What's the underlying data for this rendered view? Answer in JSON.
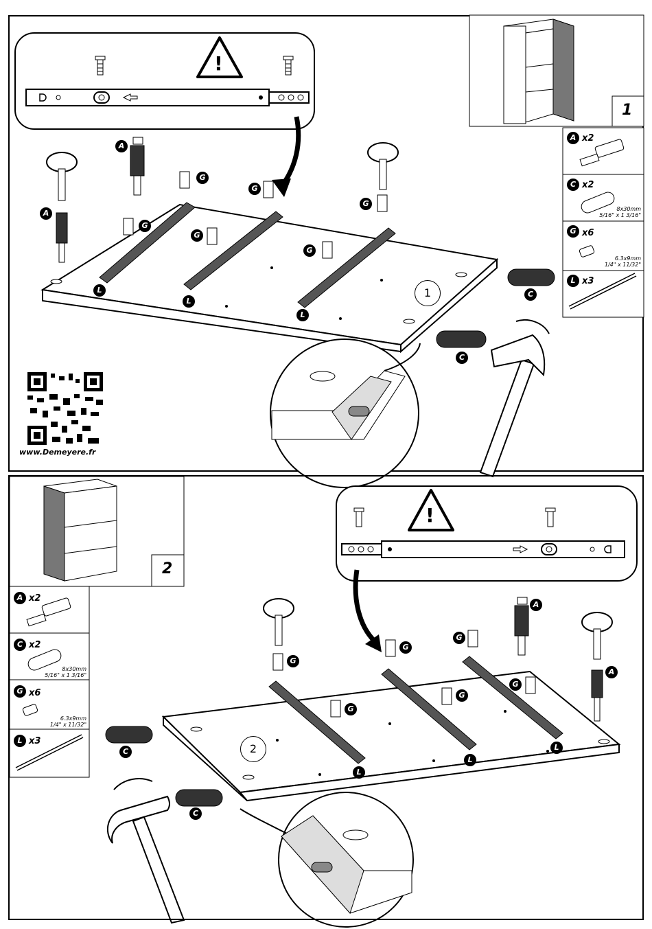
{
  "website": "www.Demeyere.fr",
  "step1": {
    "number": "1",
    "board_number": "1",
    "parts": [
      {
        "letter": "A",
        "qty": "x2"
      },
      {
        "letter": "C",
        "qty": "x2",
        "dim1": "8x30mm",
        "dim2": "5/16\" x 1  3/16\""
      },
      {
        "letter": "G",
        "qty": "x6",
        "dim1": "6.3x9mm",
        "dim2": "1/4\" x 11/32\""
      },
      {
        "letter": "L",
        "qty": "x3"
      }
    ],
    "warning_symbol": "!"
  },
  "step2": {
    "number": "2",
    "board_number": "2",
    "parts": [
      {
        "letter": "A",
        "qty": "x2"
      },
      {
        "letter": "C",
        "qty": "x2",
        "dim1": "8x30mm",
        "dim2": "5/16\" x 1  3/16\""
      },
      {
        "letter": "G",
        "qty": "x6",
        "dim1": "6.3x9mm",
        "dim2": "1/4\" x 11/32\""
      },
      {
        "letter": "L",
        "qty": "x3"
      }
    ],
    "warning_symbol": "!"
  },
  "callout_letters": {
    "A": "A",
    "C": "C",
    "G": "G",
    "L": "L"
  },
  "icons": [
    "warning-triangle-icon",
    "screwdriver-icon",
    "hammer-icon",
    "cam-bolt-icon",
    "dowel-icon",
    "screw-icon",
    "rail-icon",
    "qr-code-icon",
    "cabinet-icon",
    "zoom-detail-icon"
  ]
}
